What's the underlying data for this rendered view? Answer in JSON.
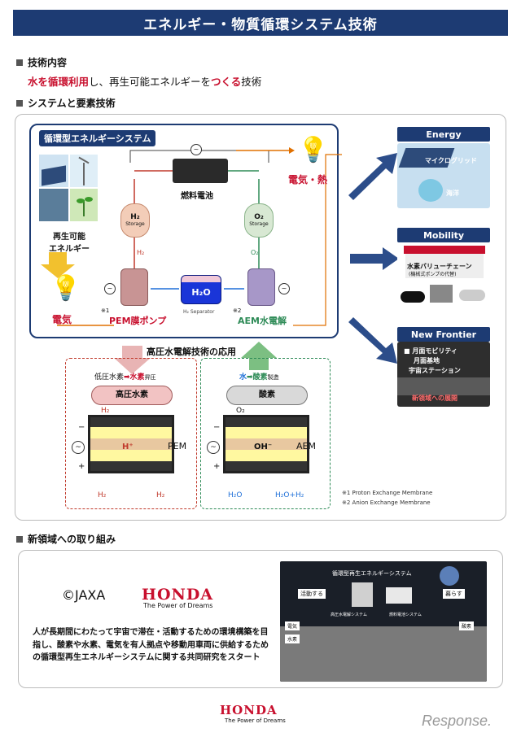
{
  "title": "エネルギー・物質循環システム技術",
  "sections": {
    "tech_content": "技術内容",
    "system_elements": "システムと要素技術",
    "new_domain": "新領域への取り組み"
  },
  "desc": {
    "part1": "水を循環利用",
    "part2": "し、再生可能エネルギーを",
    "part3": "つくる",
    "part4": "技術"
  },
  "system": {
    "title": "循環型エネルギーシステム",
    "fuel_cell": "燃料電池",
    "elec_heat": "電気・熱",
    "renewable": "再生可能\nエネルギー",
    "electricity": "電気",
    "h2_storage_a": "H₂",
    "h2_storage_b": "Storage",
    "o2_storage_a": "O₂",
    "o2_storage_b": "Storage",
    "h2_pipe": "H₂",
    "o2_pipe": "O₂",
    "h2o": "H₂O",
    "h2_separator": "H₂ Separator",
    "pem_pump": "PEM膜ポンプ",
    "pem_note": "※1",
    "aem": "AEM水電解",
    "aem_note": "※2"
  },
  "hp": {
    "title": "高圧水電解技術の応用",
    "left_caption_a": "低圧水素",
    "left_caption_b": "➡水素",
    "left_caption_c": "昇圧",
    "left_tank": "高圧水素",
    "left_h2_top": "H₂",
    "left_hplus": "H⁺",
    "left_pem": "PEM",
    "left_h2_l": "H₂",
    "left_h2_r": "H₂",
    "right_caption_a": "水",
    "right_caption_b": "➡酸素",
    "right_caption_c": "製造",
    "right_tank": "酸素",
    "right_o2_top": "O₂",
    "right_ohm": "OH⁻",
    "right_aem": "AEM",
    "right_h2o_l": "H₂O",
    "right_h2o_r": "H₂O+H₂"
  },
  "notes": {
    "n1": "※1 Proton Exchange Membrane",
    "n2": "※2 Anion Exchange Membrane"
  },
  "side": {
    "energy": "Energy",
    "micro": "マイクログリッド",
    "ocean": "海洋",
    "mobility": "Mobility",
    "mob_sub_a": "水素バリューチェーン",
    "mob_sub_b": "(機械式ポンプの代替)",
    "frontier": "New Frontier",
    "fr1": "■ 月面モビリティ",
    "fr2": "月面基地",
    "fr3": "宇宙ステーション",
    "fr4": "新領域への展開"
  },
  "bottom": {
    "jaxa": "©JAXA",
    "honda": "HONDA",
    "honda_tag": "The Power of Dreams",
    "text": "人が長期間にわたって宇宙で滞在・活動するための環境構築を目指し、酸素や水素、電気を有人拠点や移動用車両に供給するための循環型再生エネルギーシステムに関する共同研究をスタート",
    "img_title": "循環型再生エネルギーシステム",
    "img_active": "活動する",
    "img_live": "暮らす",
    "img_elec": "電気",
    "img_h2": "水素",
    "img_o2": "酸素",
    "img_hp": "高圧水電解システム",
    "img_fc": "燃料電池システム"
  },
  "footer": {
    "honda": "HONDA",
    "tag": "The Power of Dreams",
    "response": "Response."
  },
  "colors": {
    "navy": "#1d3b73",
    "red": "#c8102e"
  }
}
